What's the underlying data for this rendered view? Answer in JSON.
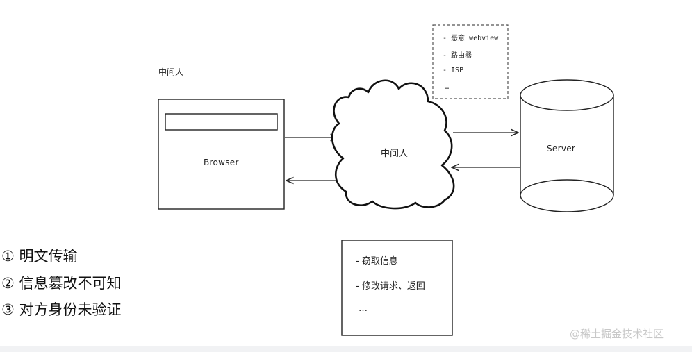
{
  "diagram": {
    "top_label": "中间人",
    "browser_label": "Browser",
    "cloud_label": "中间人",
    "server_label": "Server",
    "mitm_examples": [
      "- 恶意 webview",
      "- 路由器",
      "- ISP",
      "…"
    ],
    "risks": [
      "① 明文传输",
      "② 信息篡改不可知",
      "③ 对方身份未验证"
    ],
    "attacks": [
      "- 窃取信息",
      "- 修改请求、返回",
      "…"
    ],
    "watermark": "@稀土掘金技术社区"
  }
}
